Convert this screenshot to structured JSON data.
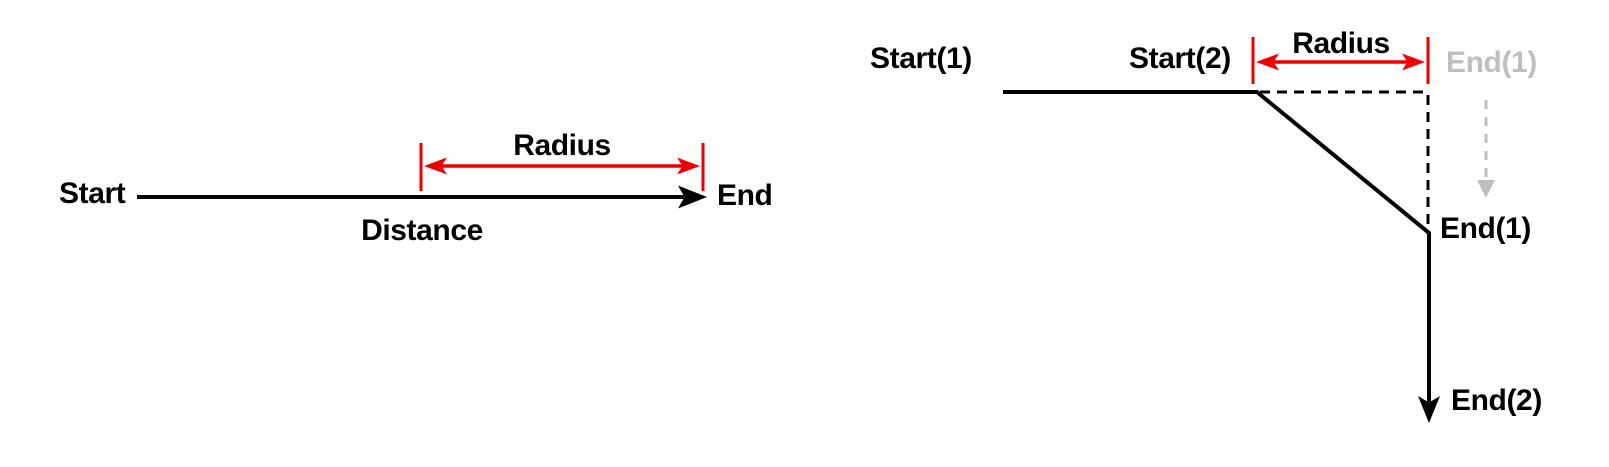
{
  "colors": {
    "ink": "#000000",
    "accent_red": "#ee0000",
    "ghost_gray": "#bfbfbf",
    "background": "#ffffff"
  },
  "left_diagram": {
    "start_label": "Start",
    "end_label": "End",
    "distance_label": "Distance",
    "radius_label": "Radius"
  },
  "right_diagram": {
    "start1_label": "Start(1)",
    "start2_label": "Start(2)",
    "radius_label": "Radius",
    "end1_ghost_label": "End(1)",
    "end1_label": "End(1)",
    "end2_label": "End(2)"
  }
}
